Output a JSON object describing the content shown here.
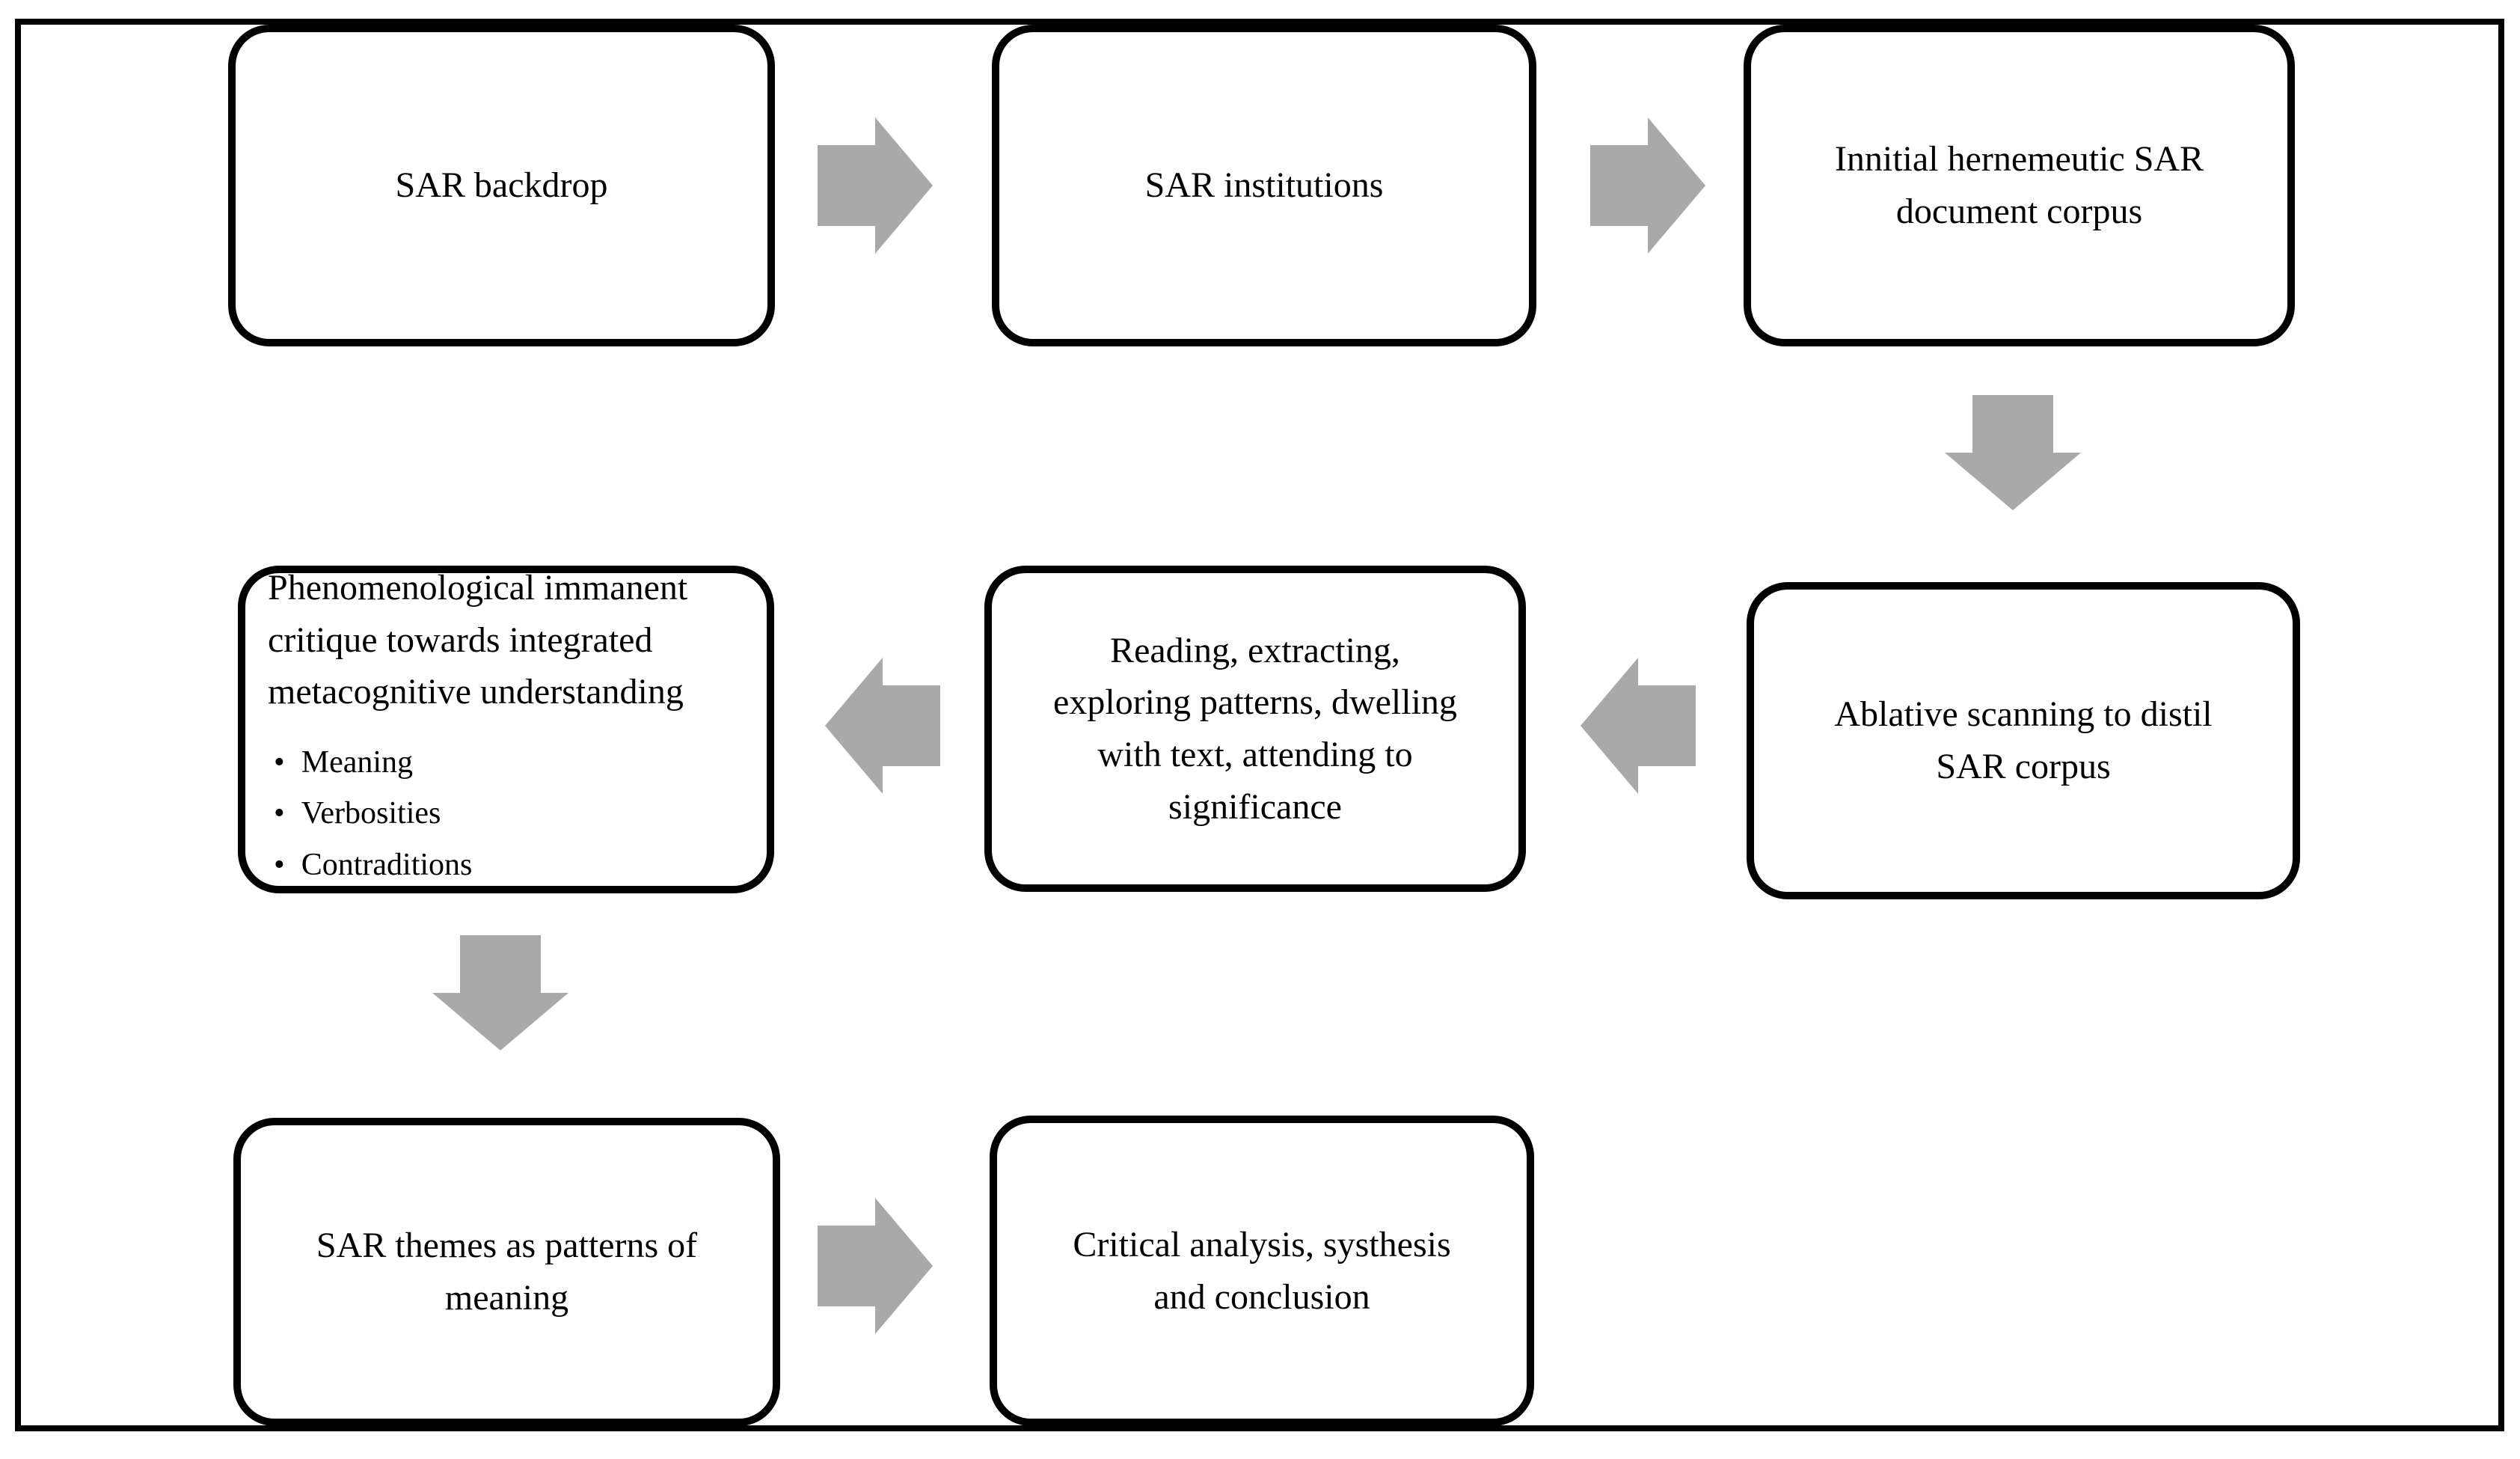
{
  "diagram": {
    "arrow_color": "#A9A9A9",
    "box_border_color": "#000000",
    "background_color": "#FFFFFF",
    "boxes": [
      {
        "id": "sar-backdrop",
        "label": "SAR backdrop"
      },
      {
        "id": "sar-institutions",
        "label": "SAR institutions"
      },
      {
        "id": "initial-corpus",
        "label": "Innitial hernemeutic SAR\ndocument corpus"
      },
      {
        "id": "ablative-scanning",
        "label": "Ablative scanning to distil\nSAR corpus"
      },
      {
        "id": "reading-extracting",
        "label": "Reading, extracting,\nexploring patterns, dwelling\nwith text, attending to\nsignificance"
      },
      {
        "id": "phenomenological-critique",
        "title": "Phenomenological immanent\ncritique towards integrated\nmetacognitive understanding",
        "bullets": [
          "Meaning",
          "Verbosities",
          "Contraditions"
        ]
      },
      {
        "id": "sar-themes",
        "label": "SAR themes as patterns of\nmeaning"
      },
      {
        "id": "critical-analysis",
        "label": "Critical analysis, systhesis\nand conclusion"
      }
    ],
    "arrows": [
      {
        "id": "arrow-1",
        "direction": "right"
      },
      {
        "id": "arrow-2",
        "direction": "right"
      },
      {
        "id": "arrow-3",
        "direction": "down"
      },
      {
        "id": "arrow-4",
        "direction": "left"
      },
      {
        "id": "arrow-5",
        "direction": "left"
      },
      {
        "id": "arrow-6",
        "direction": "down"
      },
      {
        "id": "arrow-7",
        "direction": "right"
      }
    ]
  }
}
